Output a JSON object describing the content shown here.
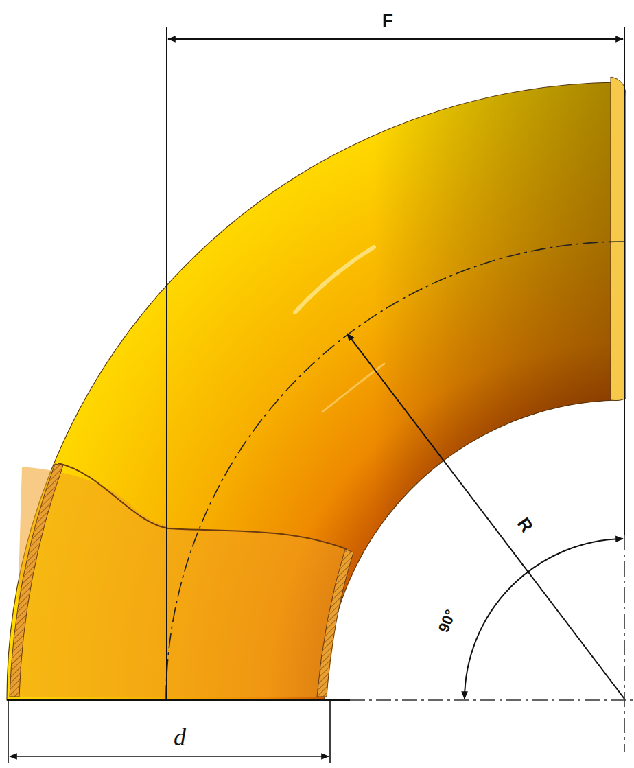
{
  "diagram": {
    "labels": [
      "F",
      "R",
      "90°",
      "d"
    ]
  }
}
